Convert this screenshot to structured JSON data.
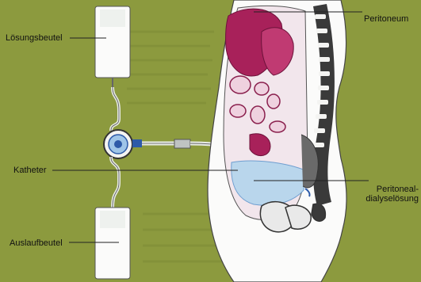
{
  "labels": {
    "bag": "Lösungsbeutel",
    "catheter": "Katheter",
    "outflow_bag": "Auslaufbeutel",
    "peritoneum": "Peritoneum",
    "solution_line1": "Peritoneal-",
    "solution_line2": "dialyselösung"
  },
  "colors": {
    "background": "#8c9a3e",
    "body": "#fbfbfa",
    "outline": "#333333",
    "organ": "#a8215a",
    "spine": "#3a3a3a",
    "fluid": "#b9d6ec",
    "fluid_dark": "#6f9ed0",
    "connector_blue": "#2d5aa8"
  }
}
